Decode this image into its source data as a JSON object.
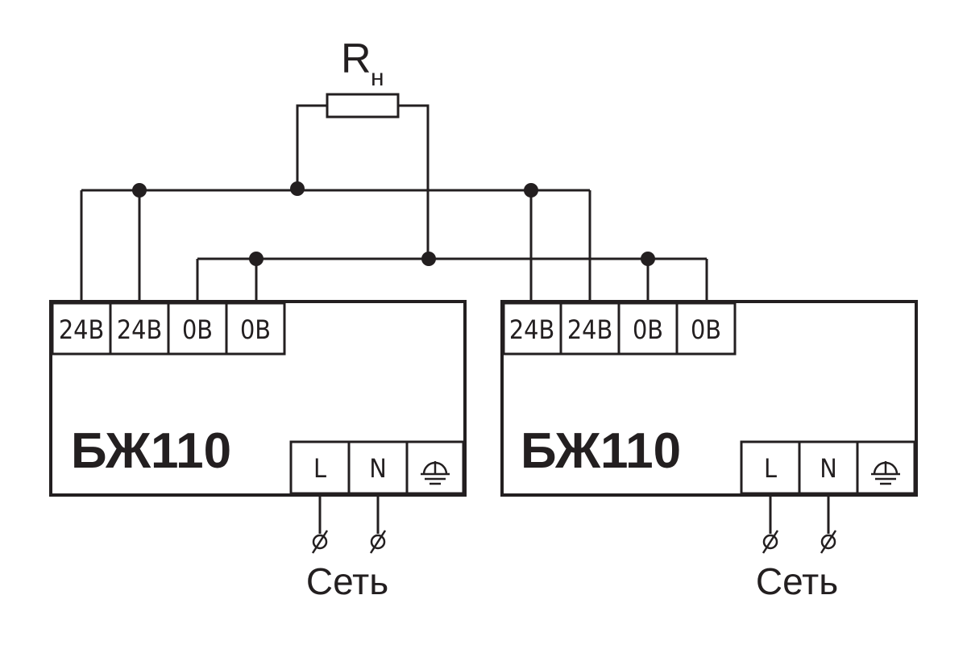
{
  "resistor": {
    "label": "R",
    "subscript": "н"
  },
  "units": [
    {
      "model": "БЖ110",
      "output_terminals": [
        "24В",
        "24В",
        "0В",
        "0В"
      ],
      "power_terminals": [
        "L",
        "N"
      ],
      "ground_icon": "protective-earth-icon",
      "network_label": "Сеть"
    },
    {
      "model": "БЖ110",
      "output_terminals": [
        "24В",
        "24В",
        "0В",
        "0В"
      ],
      "power_terminals": [
        "L",
        "N"
      ],
      "ground_icon": "protective-earth-icon",
      "network_label": "Сеть"
    }
  ],
  "colors": {
    "line": "#231f20",
    "background": "#ffffff"
  }
}
